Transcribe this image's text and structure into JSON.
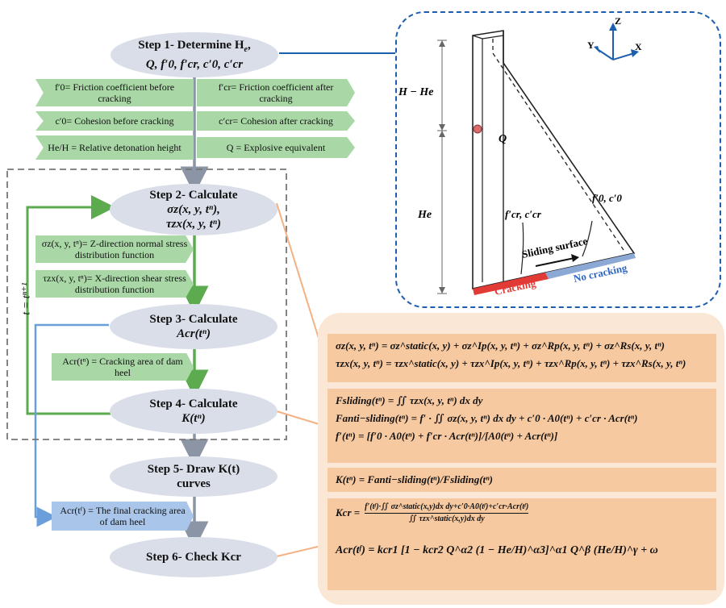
{
  "steps": {
    "s1": {
      "label": "Step 1- Determine H",
      "sub": "Q, f′0, f′cr, c′0, c′cr"
    },
    "s2": {
      "label": "Step 2- Calculate",
      "line2": "σz(x, y, tⁿ),",
      "line3": "τzx(x, y, tⁿ)"
    },
    "s3": {
      "label": "Step 3- Calculate",
      "sub": "Acr(tⁿ)"
    },
    "s4": {
      "label": "Step 4- Calculate",
      "sub": "K(tⁿ)"
    },
    "s5": {
      "label": "Step 5- Draw K(t)",
      "sub": "curves"
    },
    "s6": {
      "label": "Step 6- Check Kcr"
    }
  },
  "notes": {
    "f0": "f′0= Friction coefficient before cracking",
    "fcr": "f′cr= Friction coefficient after cracking",
    "c0": "c′0= Cohesion before cracking",
    "ccr": "c′cr= Cohesion after cracking",
    "he": "He/H = Relative detonation height",
    "q": "Q = Explosive equivalent",
    "sigma": "σz(x, y, tⁿ)= Z-direction normal stress distribution function",
    "tau": "τzx(x, y, tⁿ)= X-direction shear stress distribution function",
    "acr": "Acr(tⁿ) = Cracking area of dam heel",
    "acrf": "Acr(tᶠ) = The final cracking area of dam heel"
  },
  "loop_label": "t = tⁿ⁺¹",
  "dam": {
    "axis_z": "Z",
    "axis_y": "Y",
    "axis_x": "X",
    "h_minus_he": "H − He",
    "he": "He",
    "q": "Q",
    "fcr_ccr": "f′cr, c′cr",
    "f0_c0": "f′0, c′0",
    "sliding": "Sliding surface",
    "cracking": "Cracking",
    "no_cracking": "No cracking"
  },
  "equations": {
    "sigma": "σz(x, y, tⁿ) = σz^static(x, y) + σz^Ip(x, y, tⁿ) + σz^Rp(x, y, tⁿ) + σz^Rs(x, y, tⁿ)",
    "tau": "τzx(x, y, tⁿ) = τzx^static(x, y) + τzx^Ip(x, y, tⁿ) + τzx^Rp(x, y, tⁿ) + τzx^Rs(x, y, tⁿ)",
    "fsliding": "Fsliding(tⁿ) = ∬ τzx(x, y, tⁿ) dx dy",
    "fanti": "Fanti−sliding(tⁿ) = f′ · ∬ σz(x, y, tⁿ) dx dy + c′0 · A0(tⁿ) + c′cr · Acr(tⁿ)",
    "fprime": "f′(tⁿ) = [f′0 · A0(tⁿ) + f′cr · Acr(tⁿ)]/[A0(tⁿ) + Acr(tⁿ)]",
    "k": "K(tⁿ) = Fanti−sliding(tⁿ)/Fsliding(tⁿ)",
    "kcr_lhs": "Kcr =",
    "kcr_num": "f′(tᶠ)·∬ σz^static(x,y)dx dy+c′0·A0(tᶠ)+c′cr·Acr(tᶠ)",
    "kcr_den": "∬ τzx^static(x,y)dx dy",
    "acr": "Acr(tᶠ) = kcr1 [1 − kcr2 Q^α2 (1 − He/H)^α3]^α1 Q^β (He/H)^γ + ω"
  },
  "colors": {
    "step_fill": "#d9dee9",
    "note_green": "#a9d8a6",
    "note_blue": "#a9c6ea",
    "arrow_green": "#5cab4f",
    "arrow_blue": "#6b9fd9",
    "arrow_gray": "#8b95a6",
    "panel": "#fbe7d6",
    "eq_box": "#f7c9a0",
    "dam_border": "#1d5fae",
    "cracking": "#e23a35",
    "no_cracking": "#8ca9d6"
  }
}
